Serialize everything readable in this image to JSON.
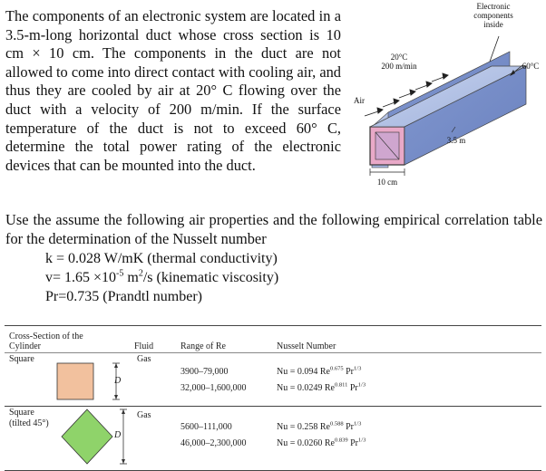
{
  "problem": {
    "text": "The components of an electronic system are located in a 3.5-m-long horizontal duct whose cross section is 10 cm × 10 cm. The components in the duct are not allowed to come into direct contact with cooling air, and thus they are cooled by air at 20° C flowing over the duct with a velocity of 200 m/min. If the surface temperature of the duct is not to exceed 60° C, determine the total power rating of the electronic devices that can be mounted into the duct."
  },
  "figure": {
    "electronic_label_1": "Electronic",
    "electronic_label_2": "components",
    "electronic_label_3": "inside",
    "air_temp": "20°C",
    "air_speed": "200 m/min",
    "air_label": "Air",
    "surface_temp": "60°C",
    "length": "3.5 m",
    "width": "10 cm"
  },
  "assume": {
    "text": "Use the assume the following air properties and the following empirical correlation table for the determination of the Nusselt number"
  },
  "properties": {
    "k": "k = 0.028 W/mK (thermal conductivity)",
    "nu_prefix": "v= 1.65 ×10",
    "nu_exp": "-5",
    "nu_mid": " m",
    "nu_sq": "2",
    "nu_suffix": "/s (kinematic viscosity)",
    "pr": "Pr=0.735 (Prandtl number)"
  },
  "table": {
    "header_cross_1": "Cross-Section of the",
    "header_cross_2": "Cylinder",
    "header_fluid": "Fluid",
    "header_range": "Range of Re",
    "header_nusselt": "Nusselt Number",
    "d_label": "D",
    "rows": [
      {
        "section": "Square",
        "section_2": "",
        "fluid": "Gas",
        "ranges": [
          "3900–79,000",
          "32,000–1,600,000"
        ],
        "nu": [
          {
            "base": "Nu = 0.094 Re",
            "exp1": "0.675",
            "mid": " Pr",
            "exp2": "1/3"
          },
          {
            "base": "Nu = 0.0249 Re",
            "exp1": "0.811",
            "mid": " Pr",
            "exp2": "1/3"
          }
        ]
      },
      {
        "section": "Square",
        "section_2": "(tilted 45°)",
        "fluid": "Gas",
        "ranges": [
          "5600–111,000",
          "46,000–2,300,000"
        ],
        "nu": [
          {
            "base": "Nu = 0.258 Re",
            "exp1": "0.588",
            "mid": " Pr",
            "exp2": "1/3"
          },
          {
            "base": "Nu = 0.0260 Re",
            "exp1": "0.839",
            "mid": " Pr",
            "exp2": "1/3"
          }
        ]
      }
    ]
  }
}
